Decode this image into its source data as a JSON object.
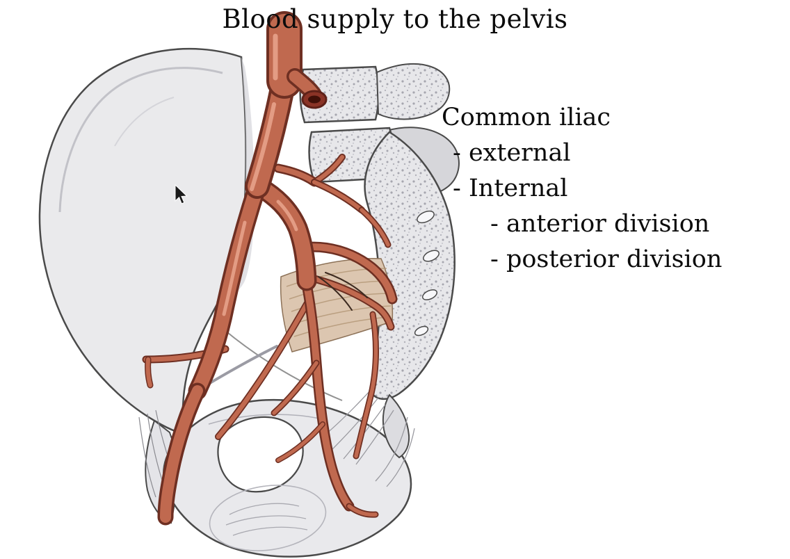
{
  "title": "Blood supply to the pelvis",
  "annotations": {
    "heading": "Common iliac",
    "items": [
      {
        "label": "- external"
      },
      {
        "label": "- Internal"
      },
      {
        "label": "- anterior division"
      },
      {
        "label": "- posterior division"
      }
    ]
  },
  "figure": {
    "name": "pelvis-blood-supply-illustration",
    "structures": [
      "abdominal-aorta",
      "right-common-iliac-artery-cut",
      "left-common-iliac-artery",
      "external-iliac-artery",
      "internal-iliac-artery",
      "anterior-division-branches",
      "posterior-division-branches",
      "iliac-wing",
      "sacrum",
      "lumbar-vertebra",
      "piriformis-muscle",
      "obturator-foramen",
      "ischial-tuberosity",
      "ligaments"
    ]
  },
  "colors": {
    "background": "#ffffff",
    "text": "#0b0b0b",
    "artery_fill": "#c0694f",
    "artery_outline": "#6e2f22",
    "artery_highlight": "#e39c84",
    "bone_fill": "#e9e9ec",
    "bone_outline": "#4a4a4a",
    "muscle_fill": "#dcc6b0"
  },
  "cursor": {
    "visible": true
  }
}
